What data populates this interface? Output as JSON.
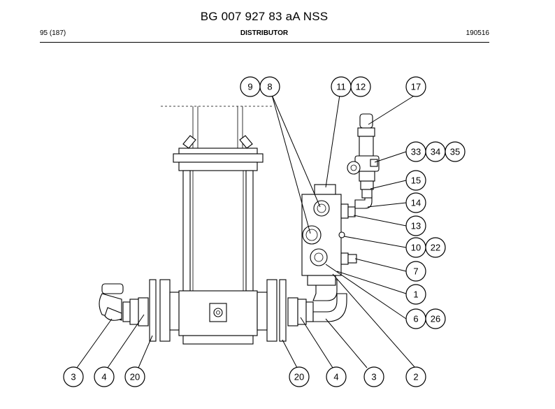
{
  "header": {
    "title": "BG 007 927 83 aA NSS",
    "page_ref": "95 (187)",
    "section": "DISTRIBUTOR",
    "date_code": "190516"
  },
  "callouts": [
    {
      "label": "9"
    },
    {
      "label": "8"
    },
    {
      "label": "11"
    },
    {
      "label": "12"
    },
    {
      "label": "17"
    },
    {
      "label": "33"
    },
    {
      "label": "34"
    },
    {
      "label": "35"
    },
    {
      "label": "15"
    },
    {
      "label": "14"
    },
    {
      "label": "13"
    },
    {
      "label": "10"
    },
    {
      "label": "22"
    },
    {
      "label": "7"
    },
    {
      "label": "1"
    },
    {
      "label": "6"
    },
    {
      "label": "26"
    },
    {
      "label": "3"
    },
    {
      "label": "4"
    },
    {
      "label": "20"
    },
    {
      "label": "20"
    },
    {
      "label": "4"
    },
    {
      "label": "3"
    },
    {
      "label": "2"
    }
  ]
}
